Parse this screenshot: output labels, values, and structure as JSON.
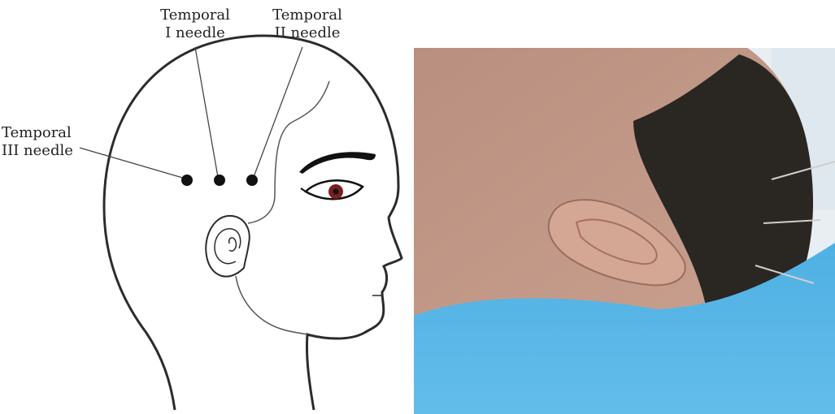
{
  "labels": {
    "temporal_i": {
      "line1": "Temporal",
      "line2": "I needle"
    },
    "temporal_ii": {
      "line1": "Temporal",
      "line2": "II needle"
    },
    "temporal_iii": {
      "line1": "Temporal",
      "line2": "III needle"
    }
  },
  "colors": {
    "outline": "#2b2b2b",
    "needle_dot": "#111111",
    "eye_iris": "#7a1f1f",
    "pillow": "#5bb6e6",
    "skin": "#c99a86",
    "hair": "#2a2622",
    "background_wall": "#e8eef2"
  }
}
